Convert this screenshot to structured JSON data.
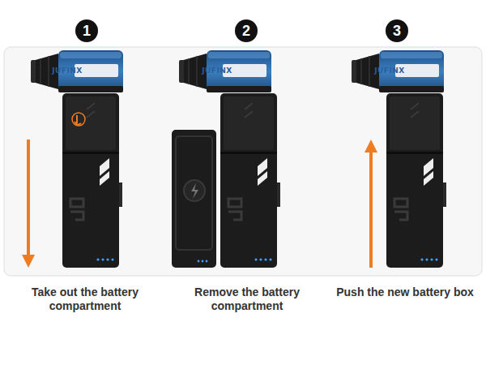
{
  "diagram": {
    "nodes": [
      {
        "text": [
          "1"
        ]
      },
      {
        "text": [
          "2"
        ]
      },
      {
        "text": [
          "3"
        ]
      }
    ],
    "labels": [
      "JUFINX",
      "JUFINX",
      "JUFINX",
      "Take out the battery compartment",
      "Remove the battery compartment",
      "Push the new battery box"
    ]
  }
}
